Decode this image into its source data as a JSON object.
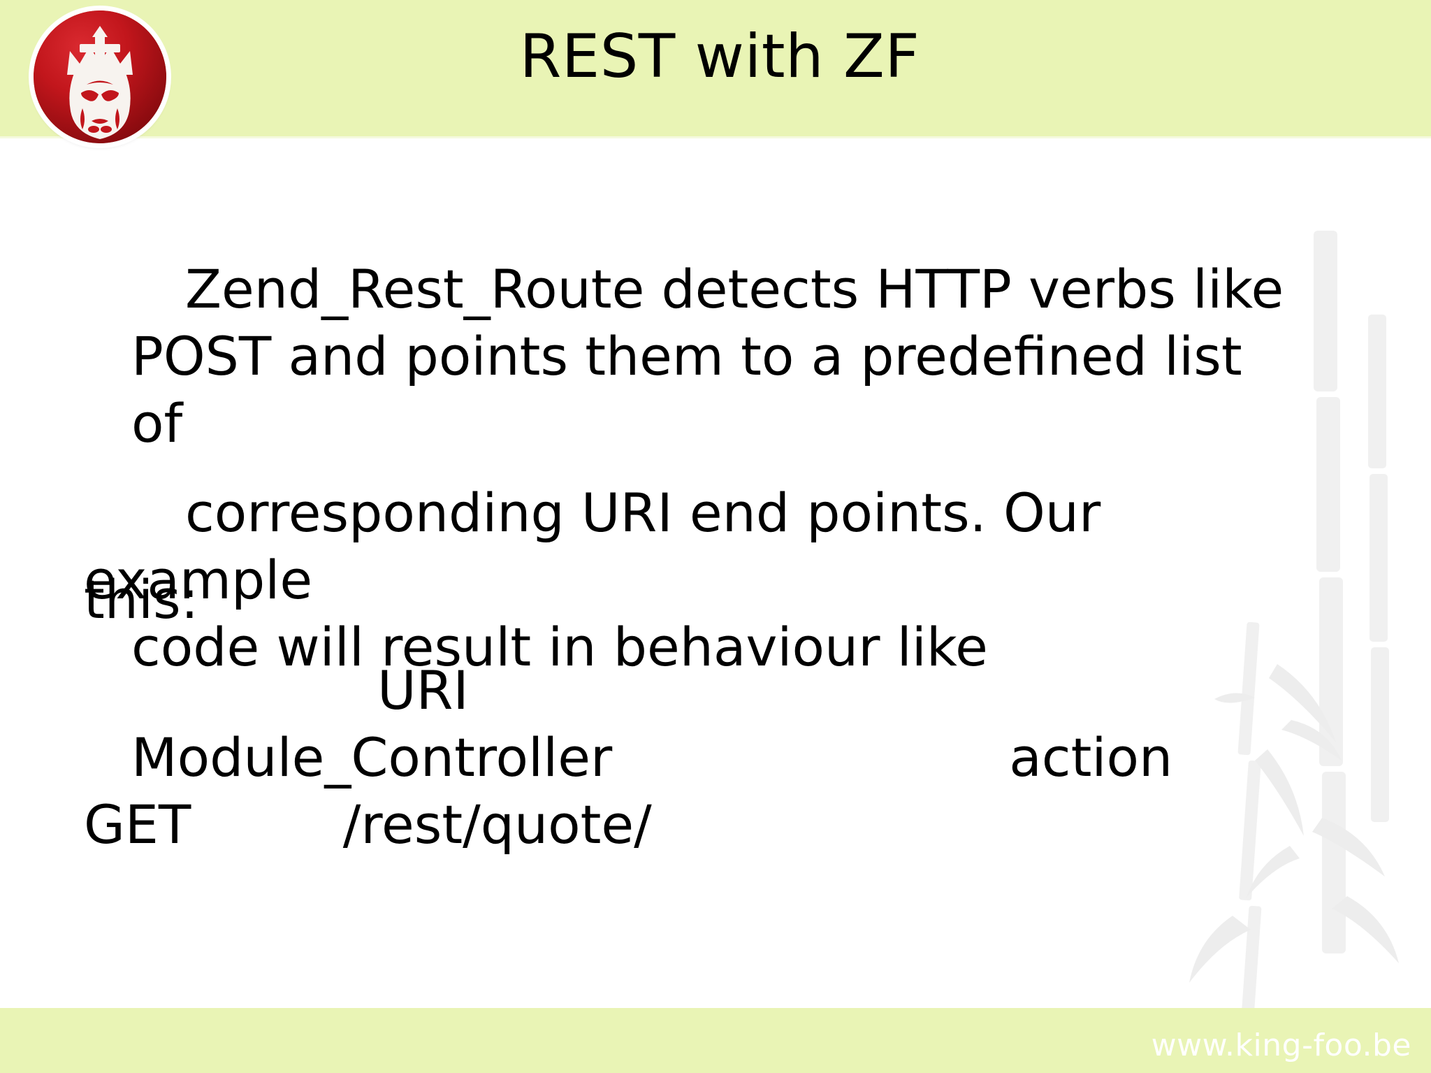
{
  "slide": {
    "title": "REST with ZF",
    "header_bg": "#e9f4b5",
    "footer_bg": "#e9f4b5",
    "text_color": "#000000",
    "logo_color": "#c2161c"
  },
  "logo": {
    "name": "king-foo-logo",
    "alt": "Crowned monkey king emblem"
  },
  "body": {
    "paragraph1_line1": "Zend_Rest_Route detects HTTP verbs like",
    "paragraph1_line2": "POST and points them to a predefined list",
    "paragraph1_line3": "of",
    "paragraph2_line1": "corresponding URI end points. Our example",
    "paragraph2_line2": "code will result in behaviour like",
    "paragraph3": "this:"
  },
  "table": {
    "header_uri": "URI",
    "header_module_controller": "Module_Controller",
    "header_action": "action",
    "row1_verb": "GET",
    "row1_uri": "/rest/quote/"
  },
  "footer": {
    "url": "www.king-foo.be"
  }
}
